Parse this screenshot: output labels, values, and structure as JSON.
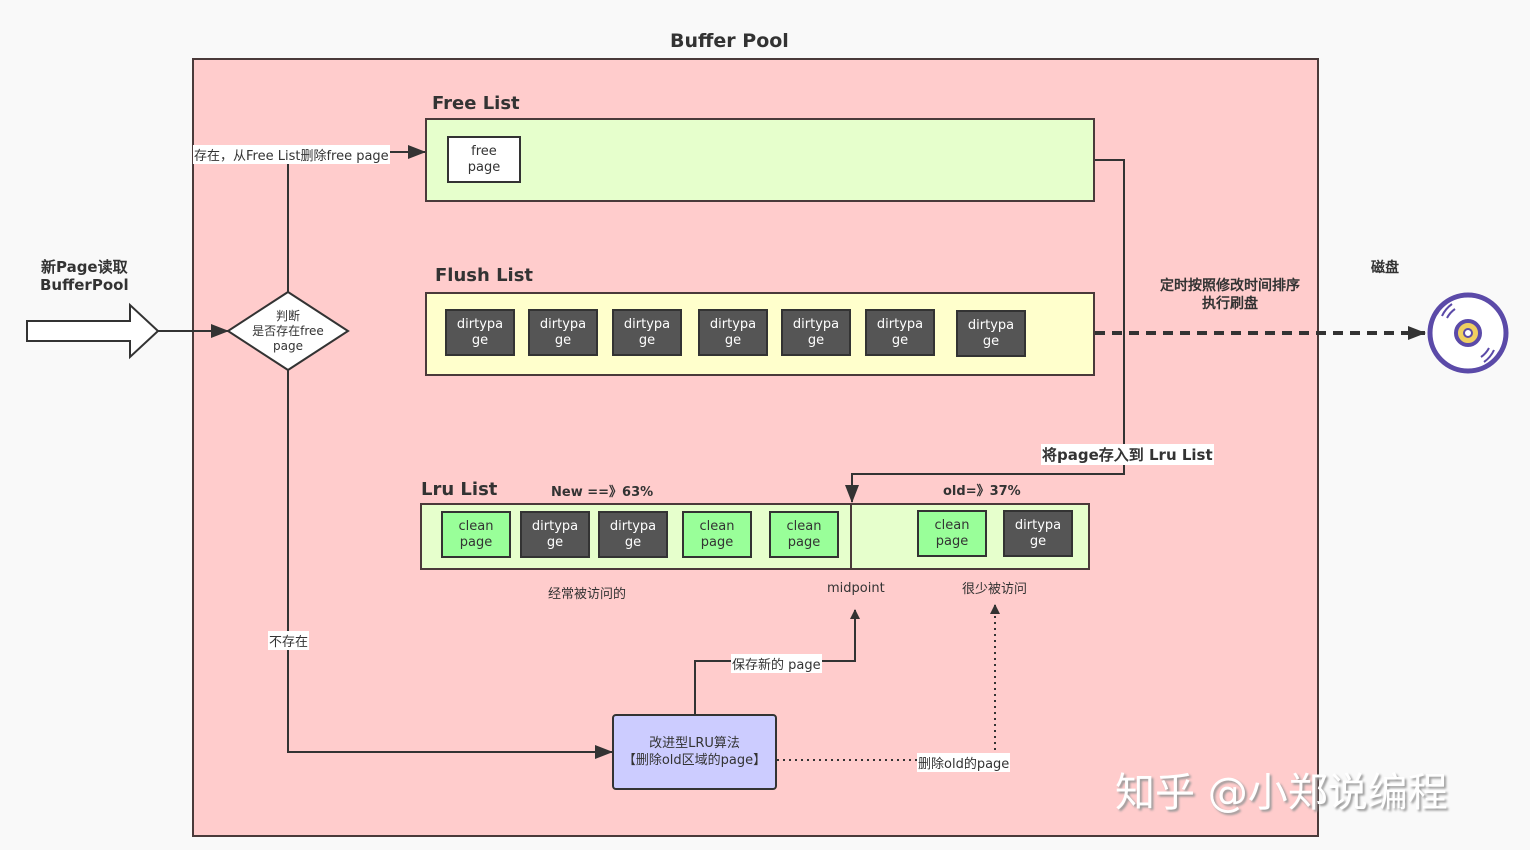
{
  "title": "Buffer Pool",
  "input": {
    "label_line1": "新Page读取",
    "label_line2": "BufferPool"
  },
  "decision": {
    "line1": "判断",
    "line2": "是否存在free",
    "line3": "page"
  },
  "edges": {
    "exists": "存在，从Free List删除free page",
    "not_exists": "不存在",
    "to_lru": "将page存入到 Lru List",
    "flush": {
      "line1": "定时按照修改时间排序",
      "line2": "执行刷盘"
    },
    "save_new": "保存新的 page",
    "delete_old": "删除old的page"
  },
  "free_list": {
    "title": "Free List",
    "pages": [
      {
        "line1": "free",
        "line2": "page"
      }
    ]
  },
  "flush_list": {
    "title": "Flush List",
    "pages": [
      {
        "line1": "dirtypa",
        "line2": "ge"
      },
      {
        "line1": "dirtypa",
        "line2": "ge"
      },
      {
        "line1": "dirtypa",
        "line2": "ge"
      },
      {
        "line1": "dirtypa",
        "line2": "ge"
      },
      {
        "line1": "dirtypa",
        "line2": "ge"
      },
      {
        "line1": "dirtypa",
        "line2": "ge"
      },
      {
        "line1": "dirtypa",
        "line2": "ge"
      }
    ]
  },
  "lru_list": {
    "title": "Lru List",
    "new_label": "New ==》63%",
    "old_label": "old=》37%",
    "new_caption": "经常被访问的",
    "midpoint": "midpoint",
    "old_caption": "很少被访问",
    "new_pages": [
      {
        "type": "clean",
        "line1": "clean",
        "line2": "page"
      },
      {
        "type": "dirty",
        "line1": "dirtypa",
        "line2": "ge"
      },
      {
        "type": "dirty",
        "line1": "dirtypa",
        "line2": "ge"
      },
      {
        "type": "clean",
        "line1": "clean",
        "line2": "page"
      },
      {
        "type": "clean",
        "line1": "clean",
        "line2": "page"
      }
    ],
    "old_pages": [
      {
        "type": "clean",
        "line1": "clean",
        "line2": "page"
      },
      {
        "type": "dirty",
        "line1": "dirtypa",
        "line2": "ge"
      }
    ]
  },
  "algorithm": {
    "line1": "改进型LRU算法",
    "line2": "【删除old区域的page】"
  },
  "disk": {
    "label": "磁盘",
    "icon": "disk-icon"
  },
  "watermark": "知乎 @小郑说编程",
  "colors": {
    "pool_bg": "#ffcccc",
    "free_list_bg": "#e6ffcc",
    "flush_list_bg": "#ffffcc",
    "lru_list_bg": "#e6ffcc",
    "dirty_page": "#555555",
    "clean_page": "#99ff99",
    "algorithm_bg": "#ccccff",
    "disk_ring": "#5b4aa8",
    "disk_center": "#f0d060"
  }
}
